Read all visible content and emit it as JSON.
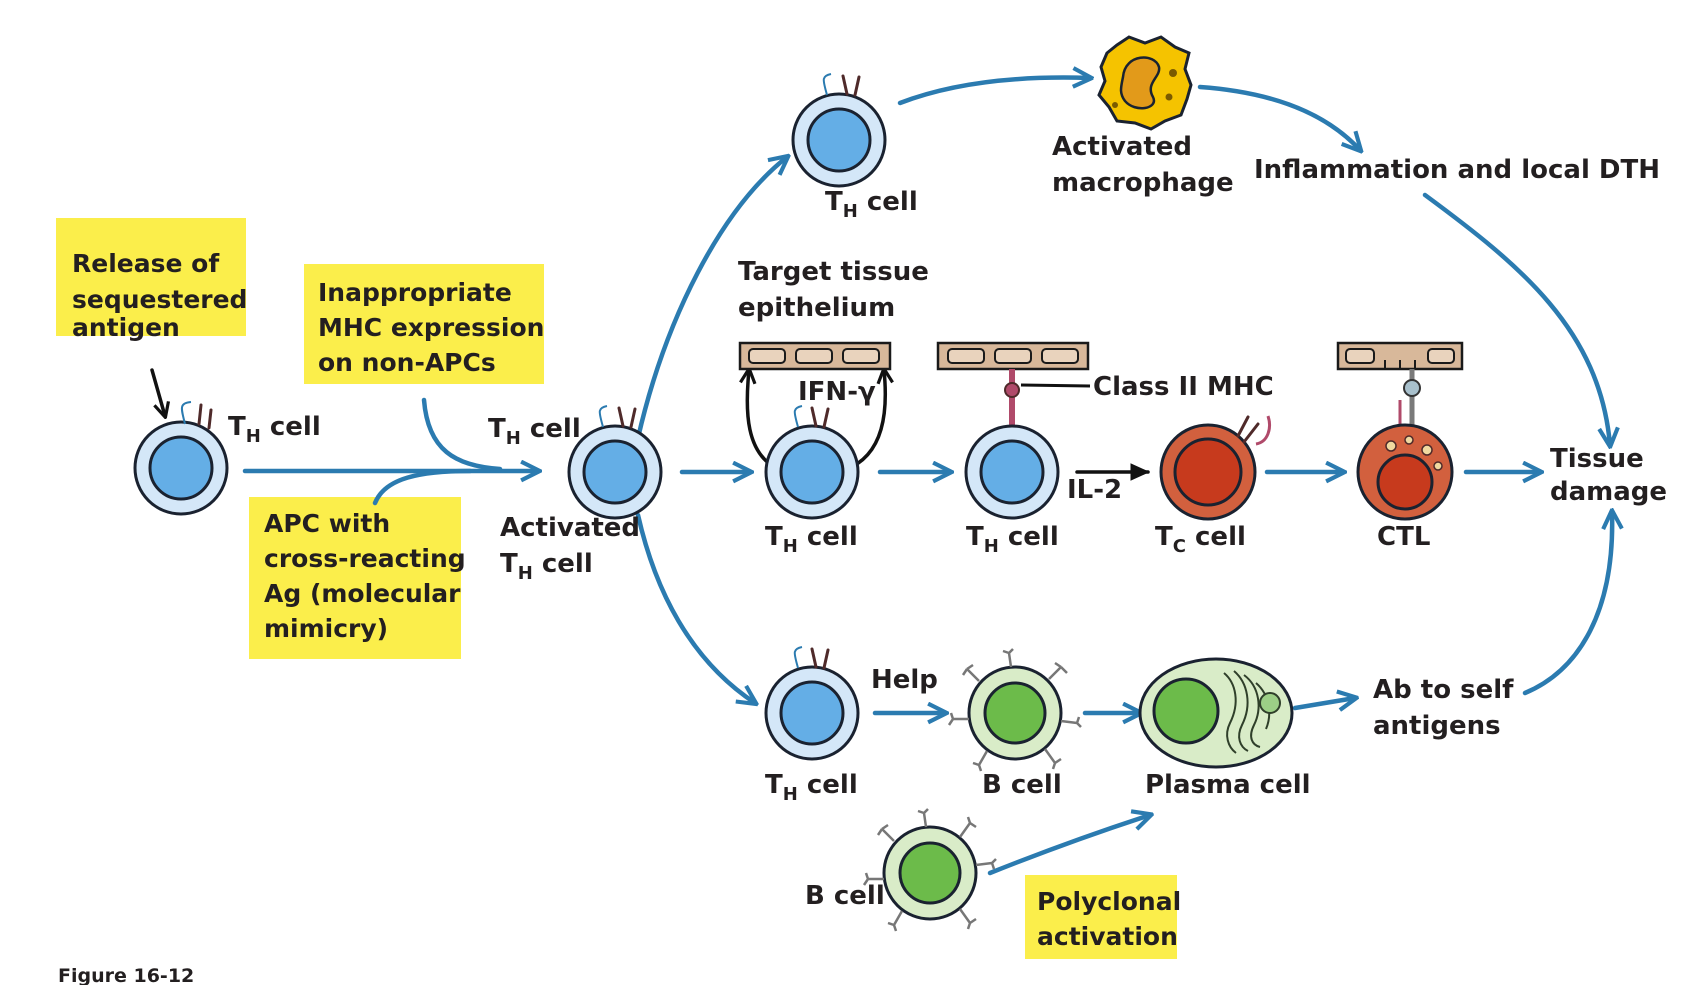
{
  "boxes": {
    "release": [
      "Release of",
      "sequestered",
      "antigen"
    ],
    "inappropriate": [
      "Inappropriate",
      "MHC expression",
      "on non-APCs"
    ],
    "apc": [
      "APC with",
      "cross-reacting",
      "Ag (molecular",
      "mimicry)"
    ],
    "polyclonal": [
      "Polyclonal",
      "activation"
    ]
  },
  "labels": {
    "th_cell_main": "T",
    "th_sub": "H",
    "cell_word": " cell",
    "activated": "Activated",
    "activated_th": "T",
    "activated_macrophage_1": "Activated",
    "activated_macrophage_2": "macrophage",
    "inflammation": "Inflammation and local DTH",
    "target_tissue_1": "Target tissue",
    "target_tissue_2": "epithelium",
    "ifn": "IFN-γ",
    "class_ii": "Class II MHC",
    "il2": "IL-2",
    "tc_cell_t": "T",
    "tc_sub": "C",
    "ctl": "CTL",
    "tissue_damage_1": "Tissue",
    "tissue_damage_2": "damage",
    "help": "Help",
    "b_cell": "B cell",
    "plasma_cell": "Plasma cell",
    "ab_self_1": "Ab to self",
    "ab_self_2": "antigens",
    "figure": "Figure 16-12"
  },
  "colors": {
    "arrow": "#2b7bb0",
    "highlight_box": "#fbee4b",
    "th_cell": "#64aee6",
    "b_cell": "#6cbb4a",
    "tc_cell": "#c73a1d",
    "macrophage": "#f5c300"
  }
}
